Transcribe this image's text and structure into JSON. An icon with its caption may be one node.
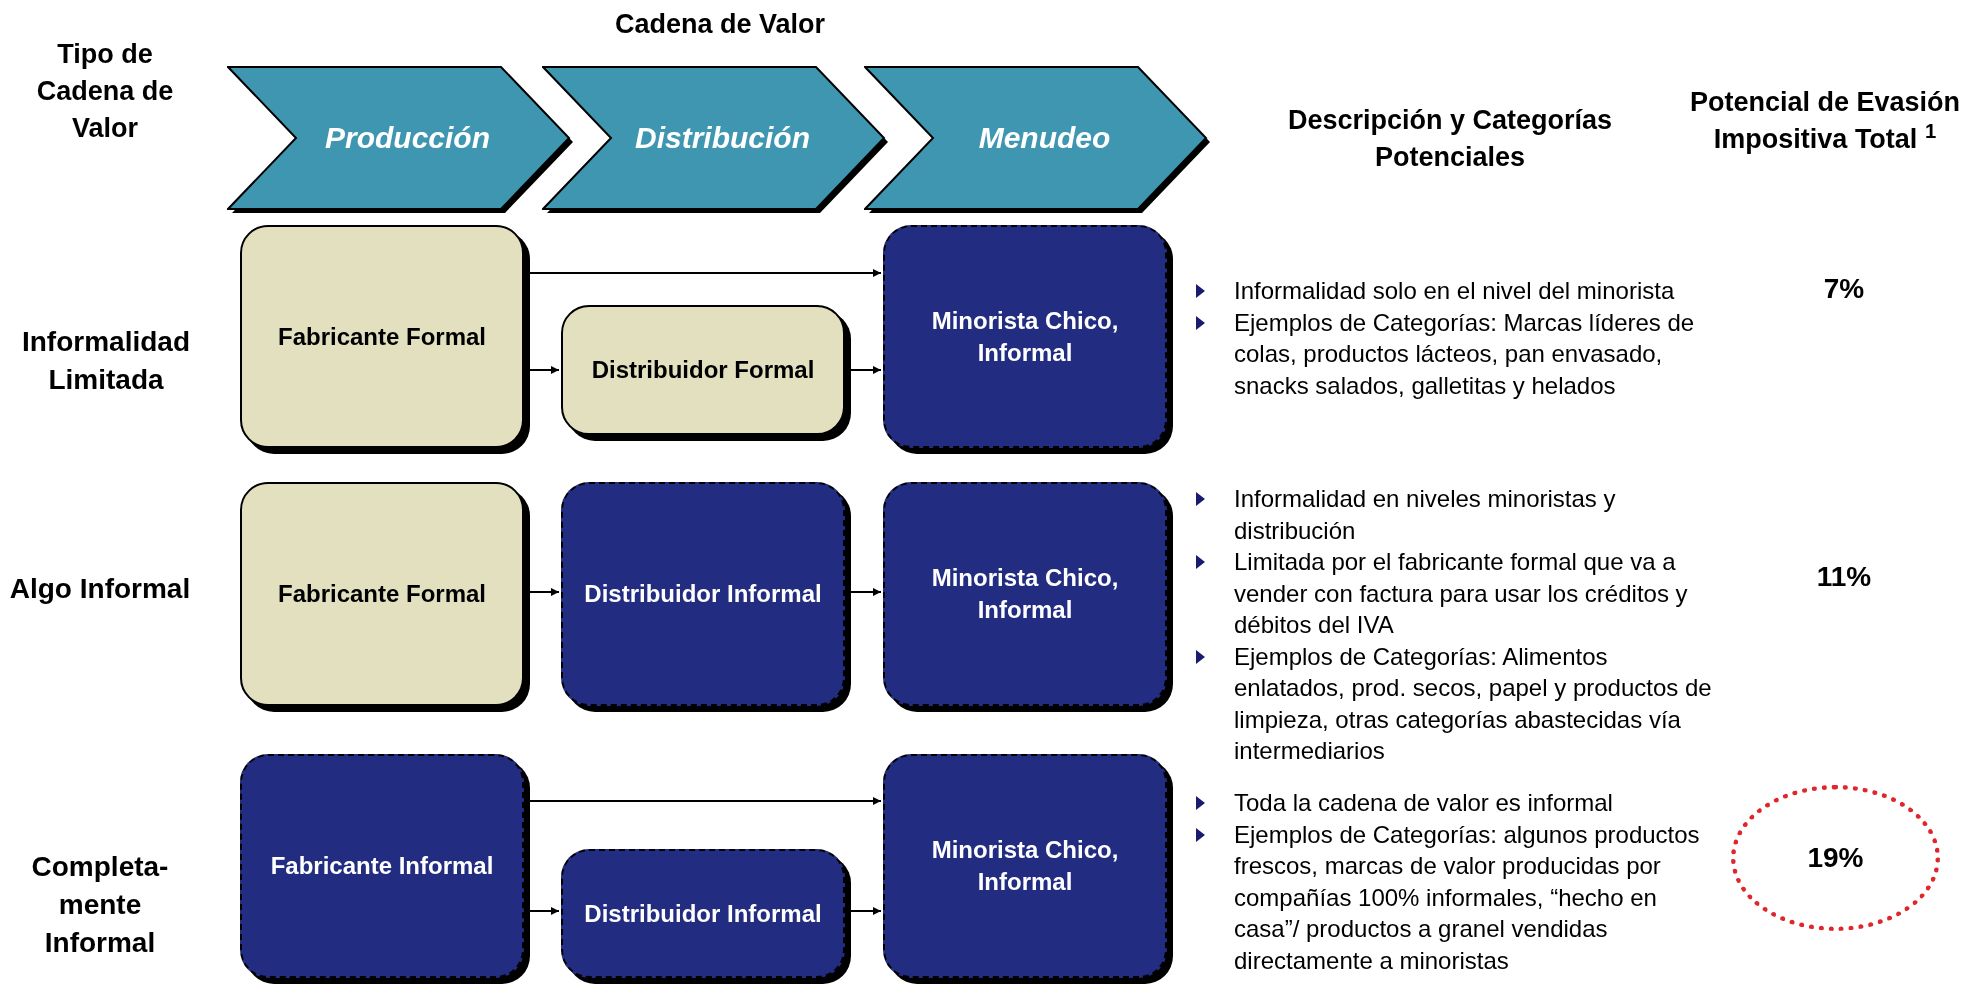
{
  "diagram": {
    "nodes": [
      {
        "text": [
          "Producción"
        ]
      },
      {
        "text": [
          "Distribución"
        ]
      },
      {
        "text": [
          "Menudeo"
        ]
      },
      {
        "text": [
          "Fabricante Formal"
        ]
      },
      {
        "text": [
          "Distribuidor Formal"
        ]
      },
      {
        "text": [
          "Minorista Chico, Informal"
        ]
      },
      {
        "text": [
          "Fabricante Formal"
        ]
      },
      {
        "text": [
          "Distribuidor Informal"
        ]
      },
      {
        "text": [
          "Minorista Chico, Informal"
        ]
      },
      {
        "text": [
          "Fabricante Informal"
        ]
      },
      {
        "text": [
          "Distribuidor Informal"
        ]
      },
      {
        "text": [
          "Minorista Chico, Informal"
        ]
      },
      {
        "text": [
          "19%"
        ]
      }
    ],
    "edges": [
      {
        "from": 3,
        "to": 5,
        "arrow": "to"
      },
      {
        "from": 3,
        "to": 4,
        "arrow": "to"
      },
      {
        "from": 4,
        "to": 5,
        "arrow": "to"
      },
      {
        "from": 6,
        "to": 7,
        "arrow": "to"
      },
      {
        "from": 7,
        "to": 8,
        "arrow": "to"
      },
      {
        "from": 9,
        "to": 11,
        "arrow": "to"
      },
      {
        "from": 9,
        "to": 10,
        "arrow": "to"
      },
      {
        "from": 10,
        "to": 11,
        "arrow": "to"
      }
    ],
    "labels": [
      "Cadena de Valor",
      "Tipo de Cadena de Valor",
      "Descripción y Categorías Potenciales",
      "Potencial de Evasión Impositiva Total $^{1}$",
      "Informalidad Limitada",
      "Informalidad solo en el nivel del minorista",
      "Ejemplos de Categorías: Marcas líderes de colas, productos lácteos, pan envasado, snacks salados, galletitas y helados",
      "7%",
      "Algo Informal",
      "Informalidad en niveles minoristas y distribución",
      "Limitada por el fabricante formal que va a vender con factura para usar los créditos y débitos del IVA",
      "Ejemplos de Categorías: Alimentos enlatados, prod. secos, papel y productos de limpieza, otras categorías abastecidas vía intermediarios",
      "11%",
      "Completa- mente Informal",
      "Toda la cadena de valor es informal",
      "Ejemplos de Categorías: algunos productos frescos, marcas de valor producidas por compañías 100% informales, “hecho en casa”/ productos a granel vendidas directamente a minoristas"
    ]
  }
}
